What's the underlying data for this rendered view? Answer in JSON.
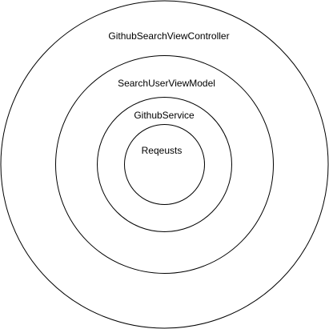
{
  "diagram": {
    "style": {
      "stroke_color": "#000000",
      "fill_color": "#ffffff",
      "text_color": "#000000"
    },
    "layers": [
      {
        "label": "GithubSearchViewController"
      },
      {
        "label": "SearchUserViewModel"
      },
      {
        "label": "GithubService"
      },
      {
        "label": "Reqeusts"
      }
    ]
  }
}
